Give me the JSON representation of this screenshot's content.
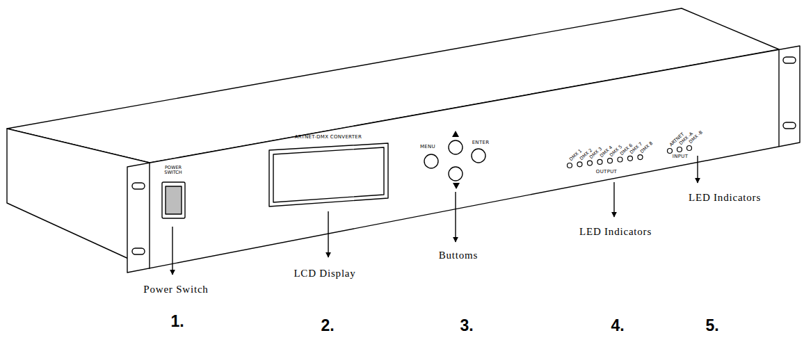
{
  "diagram": {
    "labels": [
      "POWER SWITCH",
      "ARTNET-DMX CONVERTER",
      "MENU",
      "ENTER",
      "DMX 1",
      "DMX 2",
      "DMX 3",
      "DMX 4",
      "DMX 5",
      "DMX 6",
      "DMX 7",
      "DMX 8",
      "OUTPUT",
      "ARTNET",
      "DMX -A",
      "DMX -B",
      "INPUT",
      "Power Switch",
      "LCD Display",
      "Buttoms",
      "LED Indicators",
      "LED Indicators",
      "1.",
      "2.",
      "3.",
      "4.",
      "5."
    ]
  }
}
